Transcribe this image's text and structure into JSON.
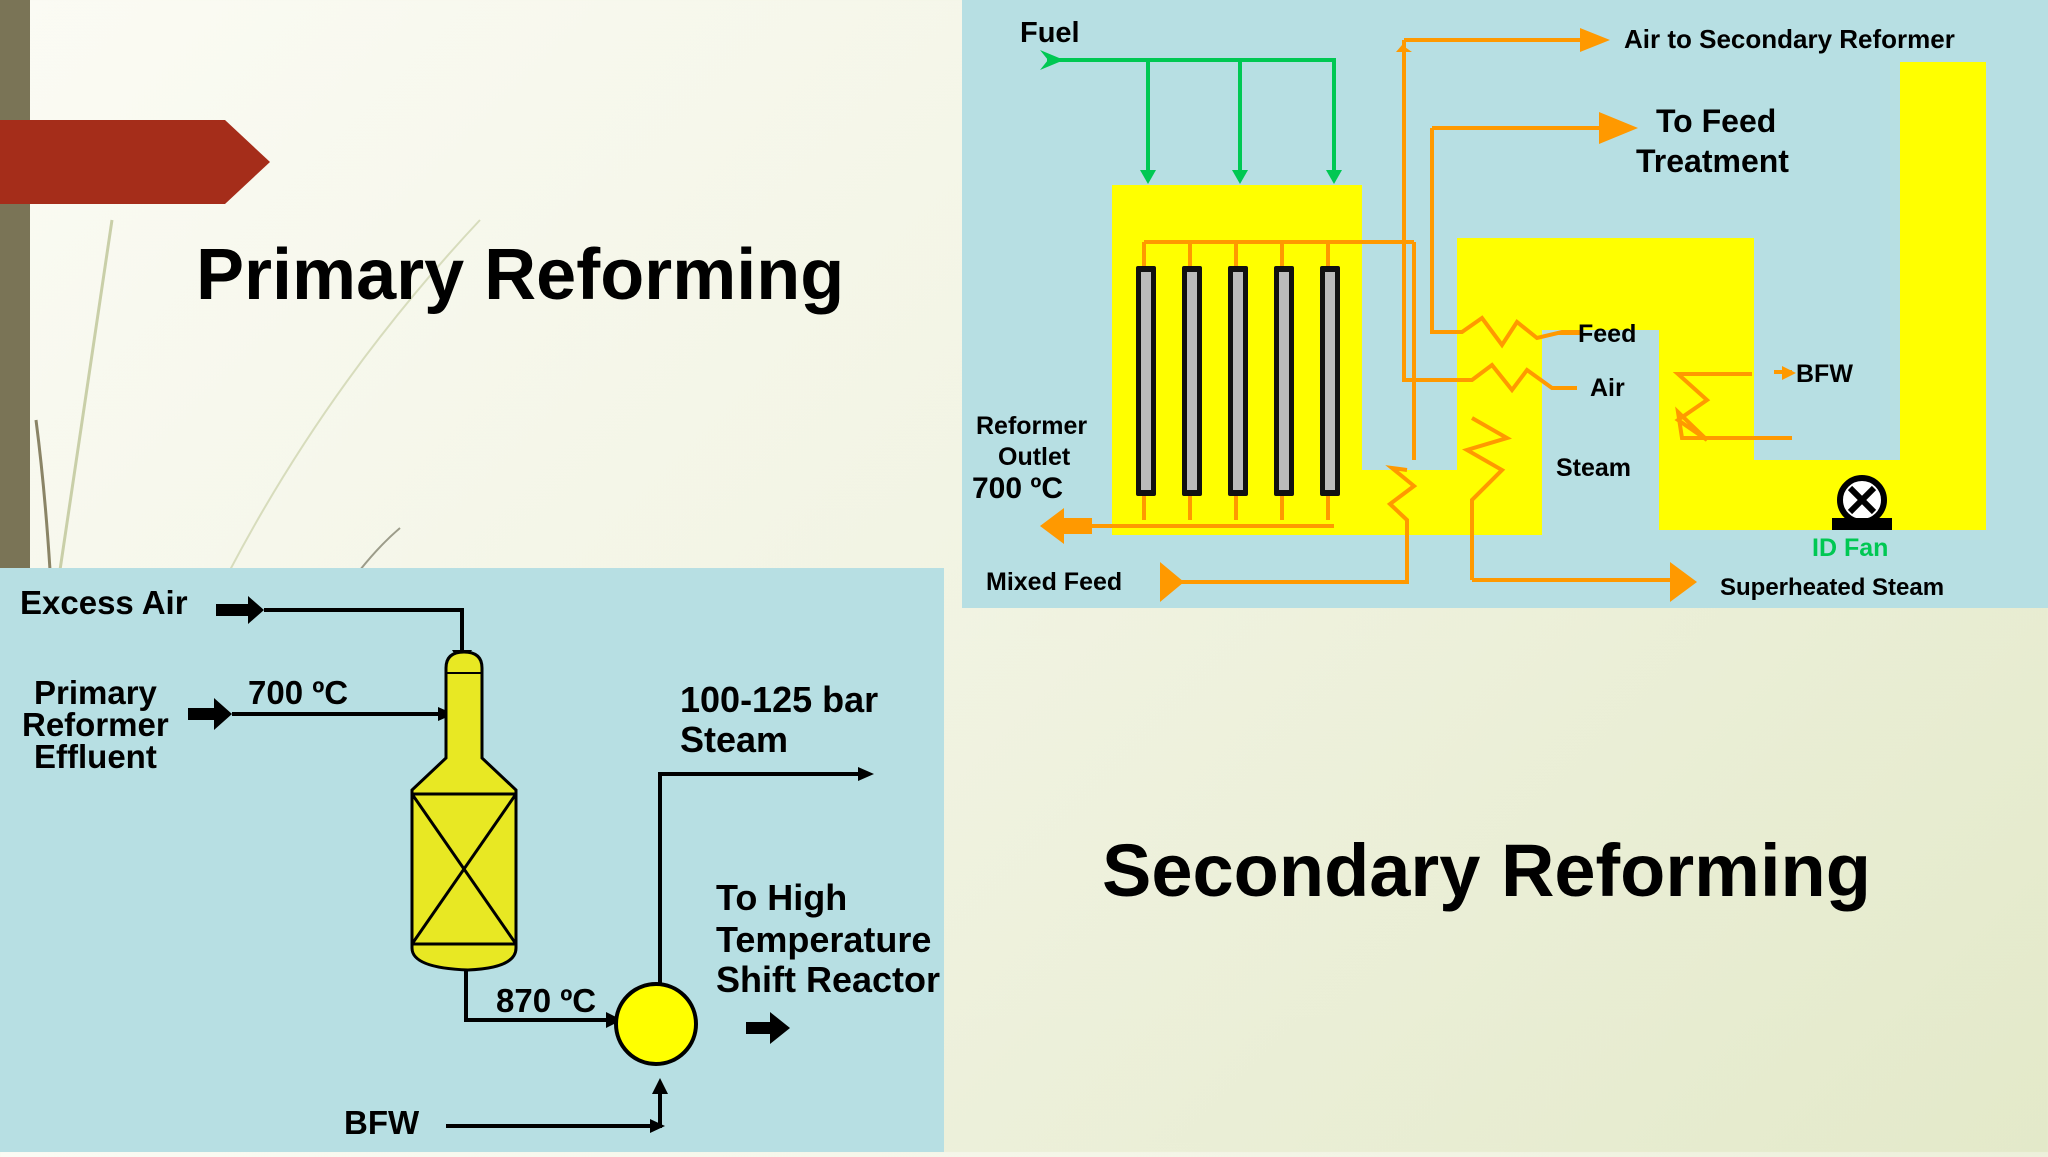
{
  "slide": {
    "title_primary": "Primary Reforming",
    "title_secondary": "Secondary Reforming"
  },
  "colors": {
    "accent_red": "#a52d1a",
    "panel_bg": "#b7dfe3",
    "furnace_yellow": "#ffff00",
    "steam_orange": "#ff9900",
    "fuel_green": "#00c853",
    "reactor_yellow": "#e8e823"
  },
  "primary_diagram": {
    "fuel": "Fuel",
    "air_to_secondary": "Air to  Secondary Reformer",
    "to_feed_line1": "To Feed",
    "to_feed_line2": "Treatment",
    "feed": "Feed",
    "air": "Air",
    "bfw": "BFW",
    "steam": "Steam",
    "reformer_outlet_line1": "Reformer",
    "reformer_outlet_line2": "Outlet",
    "reformer_outlet_temp": "700 ºC",
    "id_fan": "ID Fan",
    "mixed_feed": "Mixed Feed",
    "superheated_steam": "Superheated Steam"
  },
  "secondary_diagram": {
    "excess_air": "Excess Air",
    "primary_line1": "Primary",
    "primary_line2": "Reformer",
    "primary_line3": "Effluent",
    "inlet_temp": "700 ºC",
    "steam_pressure_line1": "100-125 bar",
    "steam_pressure_line2": "Steam",
    "shift_line1": "To High",
    "shift_line2": "Temperature",
    "shift_line3": "Shift Reactor",
    "outlet_temp": "870 ºC",
    "bfw": "BFW"
  }
}
